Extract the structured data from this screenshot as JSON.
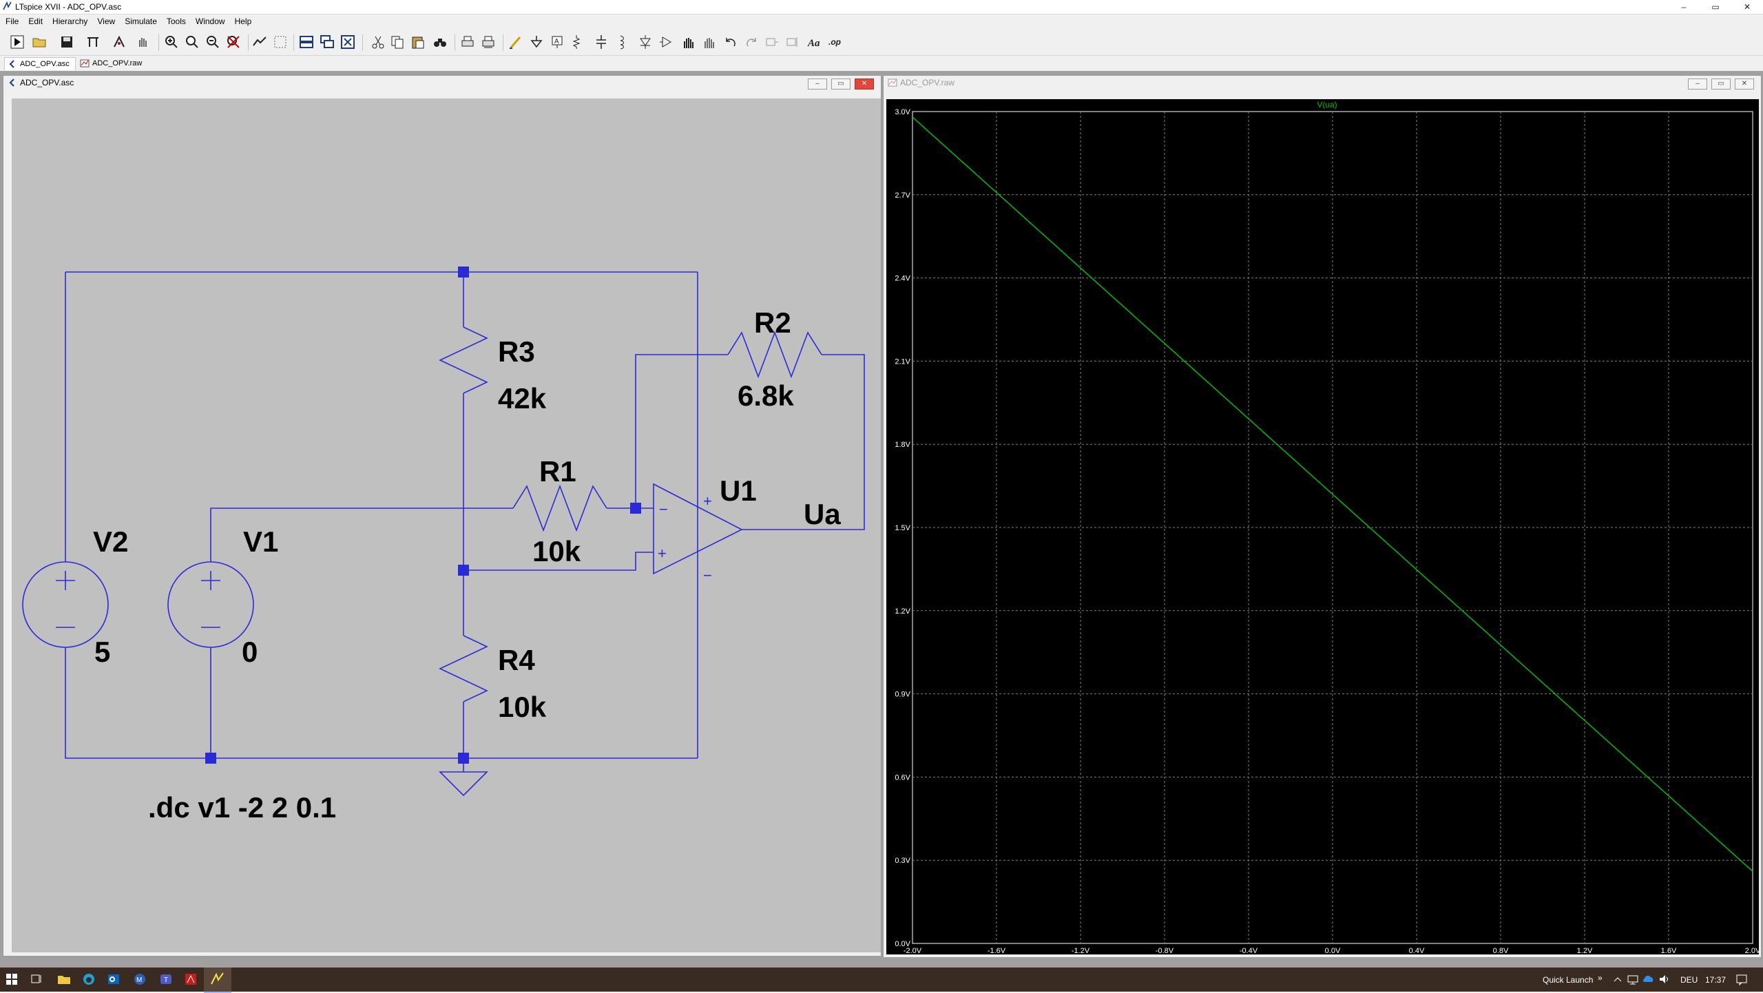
{
  "window": {
    "title": "LTspice XVII - ADC_OPV.asc"
  },
  "window_controls": {
    "minimize": "–",
    "maximize": "▭",
    "close": "✕"
  },
  "menu": [
    "File",
    "Edit",
    "Hierarchy",
    "View",
    "Simulate",
    "Tools",
    "Window",
    "Help"
  ],
  "toolbar": {
    "icons": [
      "run-icon",
      "open-icon",
      "save-icon",
      "control-panel-icon",
      "halt-icon",
      "pan-icon",
      "zoom-in-icon",
      "zoom-area-icon",
      "zoom-out-icon",
      "zoom-cancel-icon",
      "autorange-icon",
      "mark-unconnected-icon",
      "tile-icon",
      "cascade-icon",
      "close-all-icon",
      "cut-icon",
      "copy-icon",
      "paste-icon",
      "find-icon",
      "print-icon",
      "print-setup-icon",
      "wire-icon",
      "ground-icon",
      "label-icon",
      "resistor-icon",
      "capacitor-icon",
      "inductor-icon",
      "diode-icon",
      "component-icon",
      "move-icon",
      "drag-icon",
      "undo-icon",
      "redo-icon",
      "rotate-icon",
      "mirror-icon",
      "text-icon",
      "spice-directive-icon"
    ]
  },
  "tabs": [
    "ADC_OPV.asc",
    "ADC_OPV.raw"
  ],
  "schematic": {
    "title": "ADC_OPV.asc",
    "labels": {
      "r3_name": "R3",
      "r3_value": "42k",
      "r2_name": "R2",
      "r2_value": "6.8k",
      "r1_name": "R1",
      "r1_value": "10k",
      "r4_name": "R4",
      "r4_value": "10k",
      "u1_name": "U1",
      "ua_label": "Ua",
      "v2_name": "V2",
      "v2_value": "5",
      "v1_name": "V1",
      "v1_value": "0",
      "plus": "+",
      "minus": "−",
      "directive": ".dc v1 -2 2 0.1"
    }
  },
  "waveform": {
    "title": "ADC_OPV.raw"
  },
  "chart_data": {
    "type": "line",
    "title": "V(ua)",
    "xlabel": "",
    "ylabel": "",
    "xlim": [
      -2.0,
      2.0
    ],
    "ylim": [
      0.0,
      3.0
    ],
    "x_ticks": [
      "-2.0V",
      "-1.6V",
      "-1.2V",
      "-0.8V",
      "-0.4V",
      "0.0V",
      "0.4V",
      "0.8V",
      "1.2V",
      "1.6V",
      "2.0V"
    ],
    "y_ticks": [
      "0.0V",
      "0.3V",
      "0.6V",
      "0.9V",
      "1.2V",
      "1.5V",
      "1.8V",
      "2.1V",
      "2.4V",
      "2.7V",
      "3.0V"
    ],
    "grid": true,
    "series": [
      {
        "name": "V(ua)",
        "color": "#00c000",
        "x": [
          -2.0,
          2.0
        ],
        "y": [
          2.98,
          0.26
        ]
      }
    ]
  },
  "taskbar": {
    "quick_launch": "Quick Launch",
    "chevron": "»",
    "language": "DEU",
    "time": "17:37"
  }
}
